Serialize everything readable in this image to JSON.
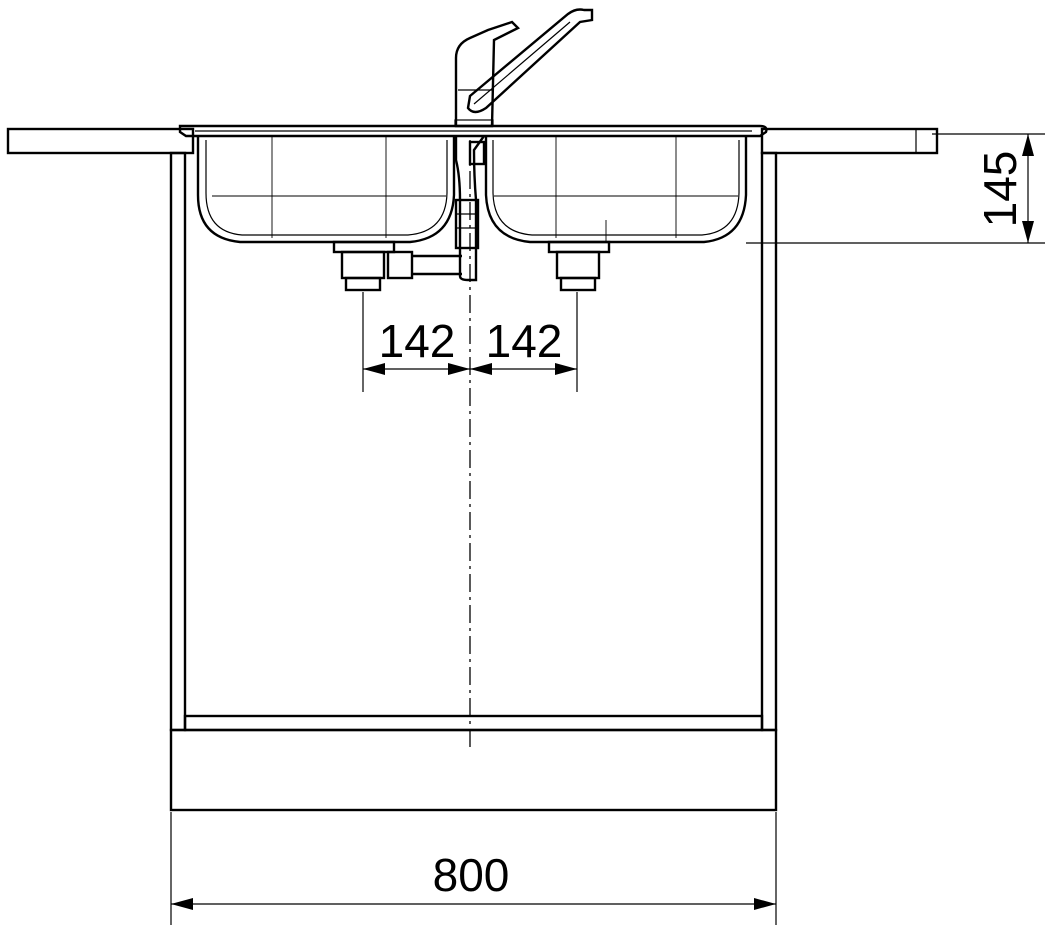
{
  "dimensions": {
    "left_drain_offset": "142",
    "right_drain_offset": "142",
    "cabinet_width": "800",
    "bowl_depth": "145"
  }
}
